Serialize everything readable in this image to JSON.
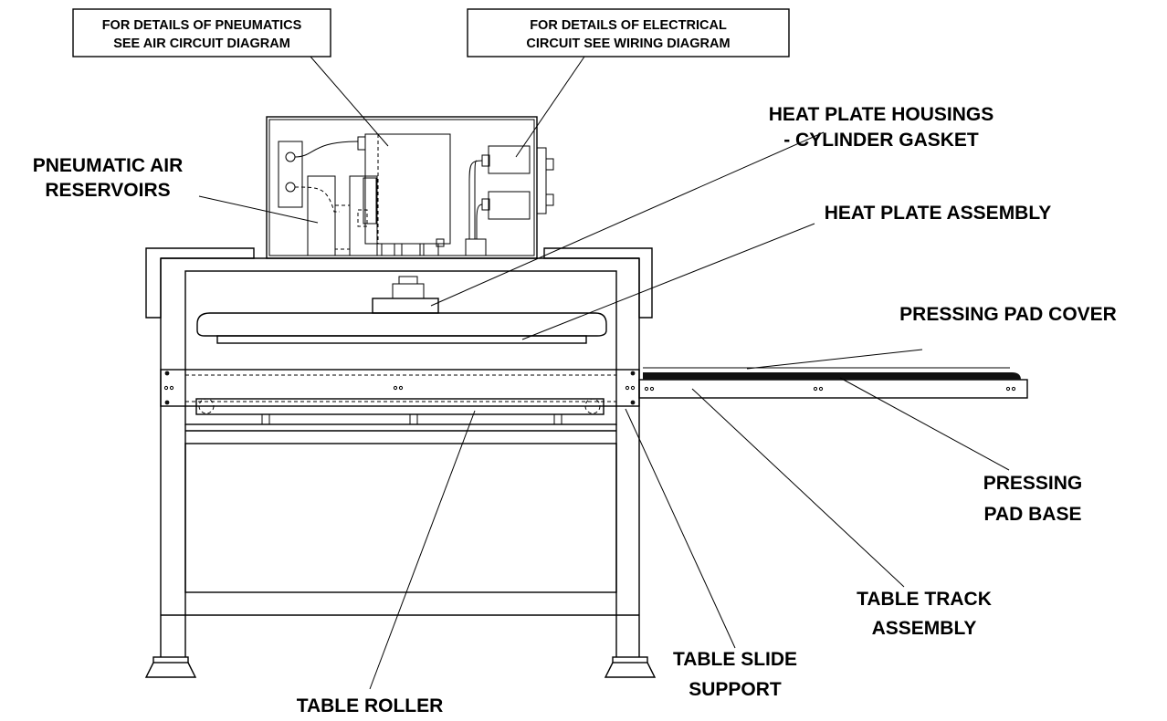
{
  "notes": {
    "pneumatics": [
      "FOR DETAILS OF PNEUMATICS",
      "SEE AIR CIRCUIT DIAGRAM"
    ],
    "electrical": [
      "FOR DETAILS OF ELECTRICAL",
      "CIRCUIT SEE WIRING DIAGRAM"
    ]
  },
  "labels": {
    "heat_plate_housings": [
      "HEAT PLATE HOUSINGS",
      "- CYLINDER GASKET"
    ],
    "pneumatic_air_reservoirs": [
      "PNEUMATIC AIR",
      "RESERVOIRS"
    ],
    "heat_plate_assembly": "HEAT PLATE ASSEMBLY",
    "pressing_pad_cover": "PRESSING PAD COVER",
    "pressing_pad_base": [
      "PRESSING",
      "PAD BASE"
    ],
    "table_track_assembly": [
      "TABLE TRACK",
      "ASSEMBLY"
    ],
    "table_slide_support": [
      "TABLE SLIDE",
      "SUPPORT"
    ],
    "table_roller": "TABLE ROLLER"
  }
}
